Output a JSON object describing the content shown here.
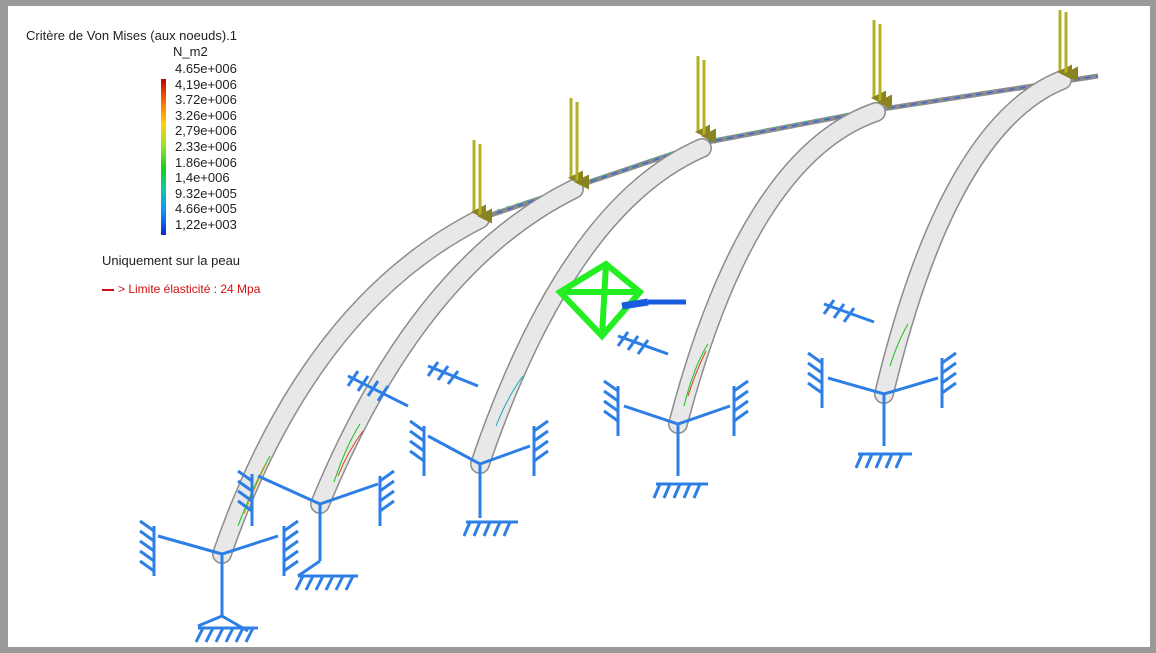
{
  "legend": {
    "title": "Critère de Von Mises (aux noeuds).1",
    "unit": "N_m2",
    "ticks": [
      "4.65e+006",
      "4,19e+006",
      "3.72e+006",
      "3.26e+006",
      "2,79e+006",
      "2.33e+006",
      "1.86e+006",
      "1,4e+006",
      "9.32e+005",
      "4.66e+005",
      "1,22e+003"
    ],
    "colors": [
      "#c00000",
      "#ff6a00",
      "#ffd200",
      "#9be22b",
      "#15d015",
      "#10c6a8",
      "#0d8cff",
      "#0a2cc8"
    ],
    "skin_note": "Uniquement sur la peau",
    "limit_label": "> Limite élasticité : 24 Mpa",
    "limit_color": "#d01010"
  },
  "scene": {
    "load_arrow_color": "#b4b028",
    "support_color": "#2d7fe6",
    "rib_color": "#e5e5e5",
    "axis_marker_color": "#22ee22",
    "arch_count": 5
  }
}
